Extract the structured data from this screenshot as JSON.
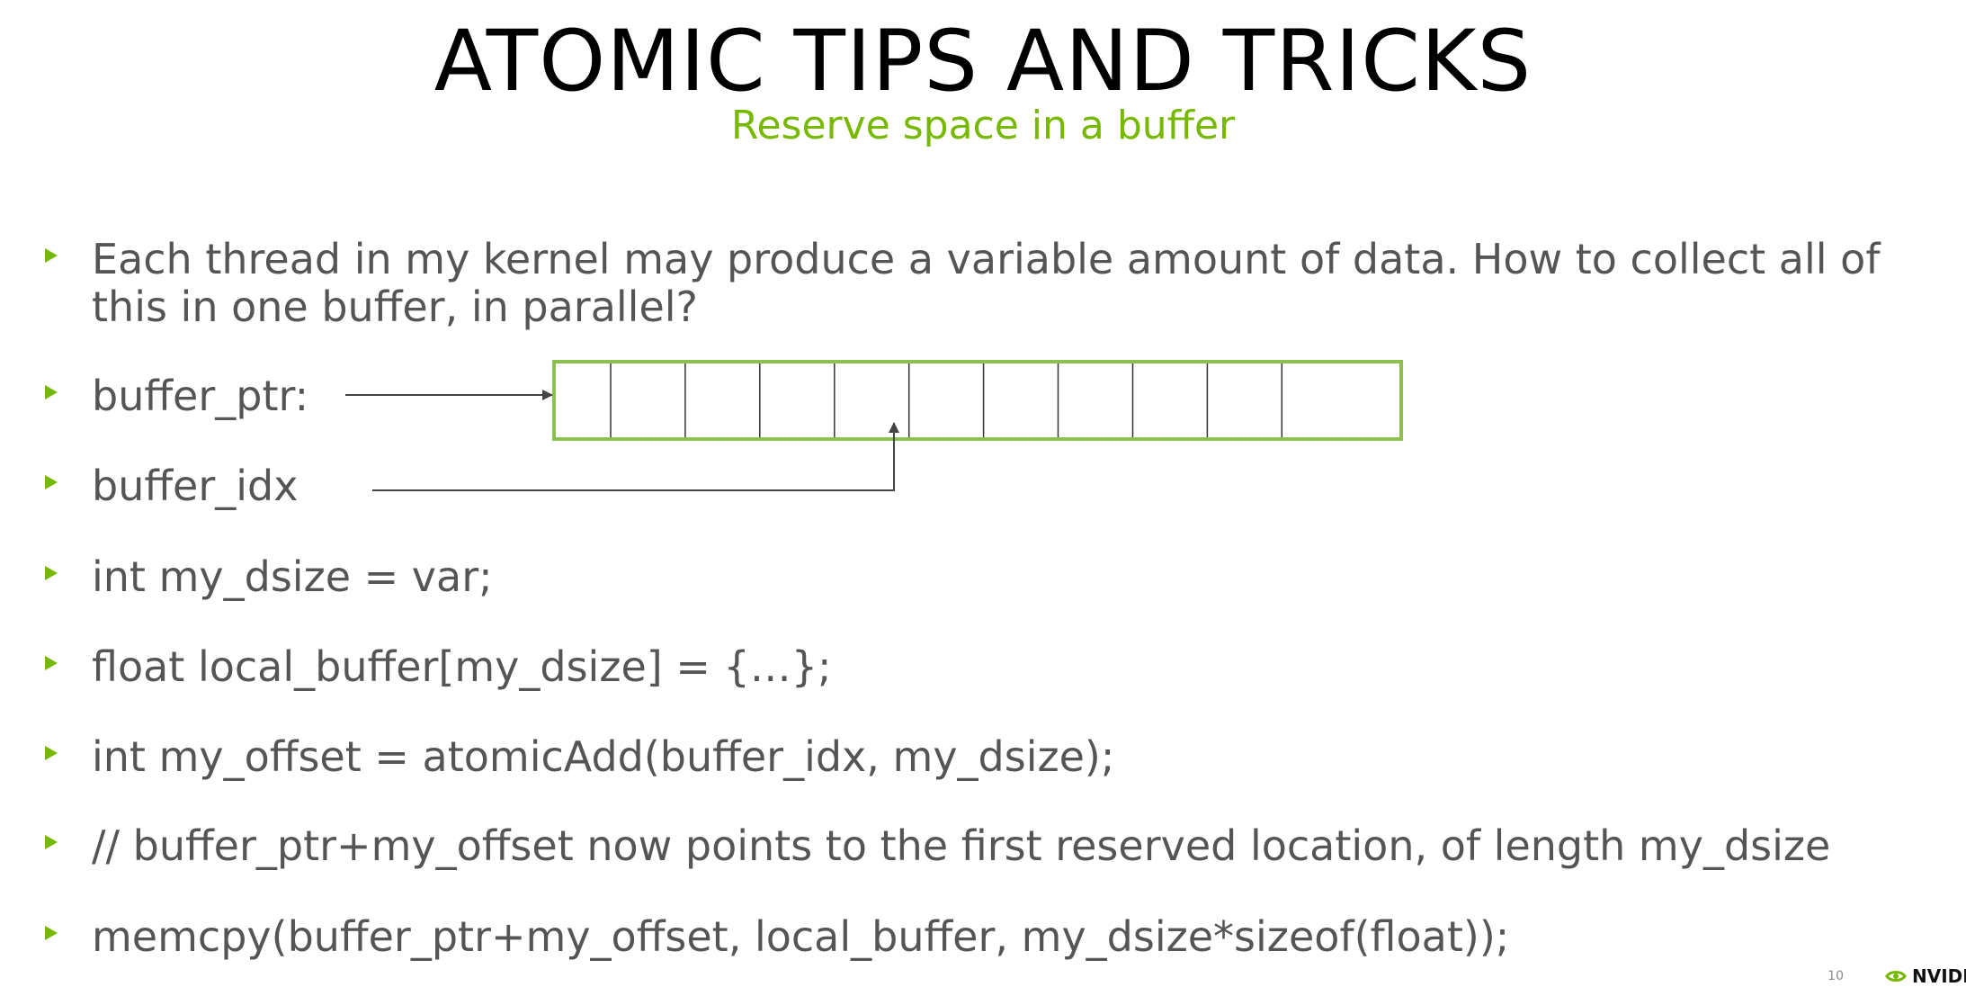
{
  "slide": {
    "title": "ATOMIC TIPS AND TRICKS",
    "subtitle": "Reserve space in a buffer",
    "page_number": "10",
    "logo_text": "NVIDIA",
    "accent_color": "#76b900"
  },
  "bullets": [
    {
      "text": "Each thread in my kernel may produce a variable amount of data.  How to collect all of this in one buffer, in parallel?"
    },
    {
      "text": "buffer_ptr:"
    },
    {
      "text": "buffer_idx"
    },
    {
      "text": "int my_dsize = var;"
    },
    {
      "text": "float local_buffer[my_dsize] = {…};"
    },
    {
      "text": "int my_offset = atomicAdd(buffer_idx, my_dsize);"
    },
    {
      "text": "// buffer_ptr+my_offset now points to the first reserved location, of length my_dsize"
    },
    {
      "text": "memcpy(buffer_ptr+my_offset, local_buffer, my_dsize*sizeof(float));"
    }
  ],
  "diagram": {
    "buffer_cell_count": 11,
    "buffer_border_color": "#8cc152",
    "arrow_color": "#444444",
    "buffer_idx_points_to_cell": 5
  }
}
